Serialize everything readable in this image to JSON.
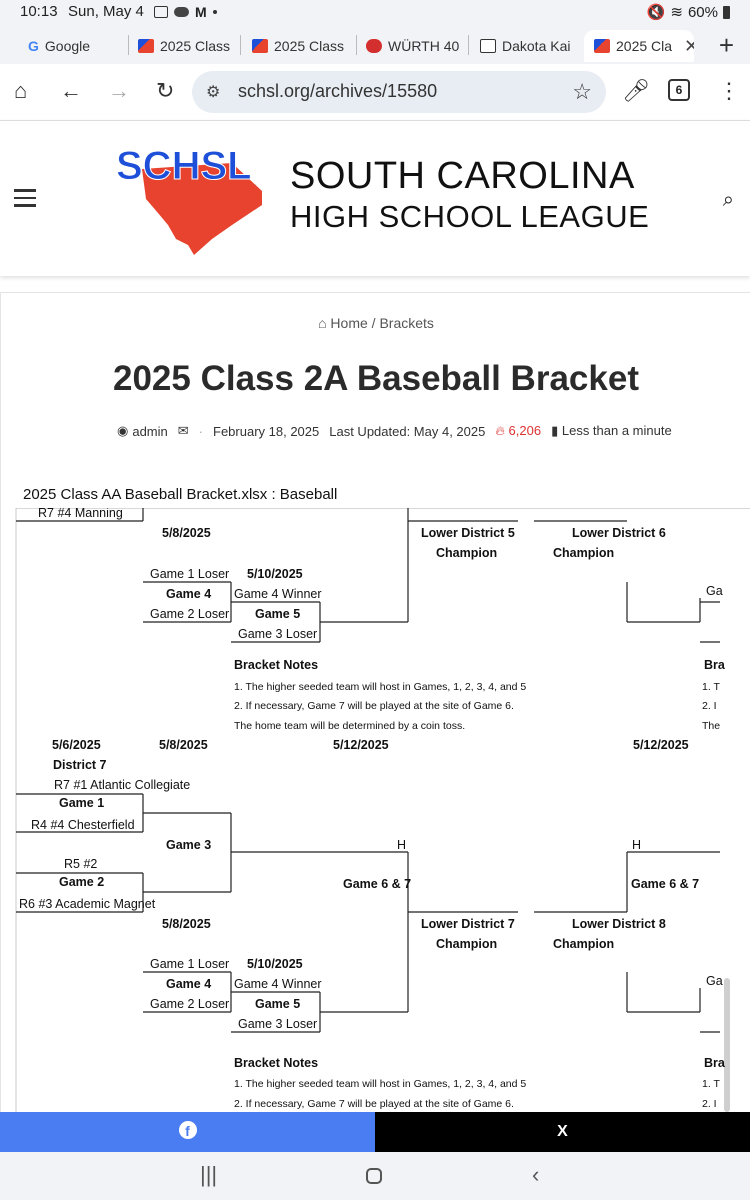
{
  "status_bar": {
    "time": "10:13",
    "date": "Sun, May 4",
    "battery": "60%"
  },
  "tabs": [
    {
      "label": "Google",
      "favicon_color": "#4285f4"
    },
    {
      "label": "2025 Class",
      "favicon_color": "#c0392b"
    },
    {
      "label": "2025 Class",
      "favicon_color": "#c0392b"
    },
    {
      "label": "WÜRTH 40",
      "favicon_color": "#d32f2f"
    },
    {
      "label": "Dakota Kai",
      "favicon_color": "#333333"
    },
    {
      "label": "2025 Cla",
      "favicon_color": "#c0392b"
    }
  ],
  "toolbar": {
    "url": "schsl.org/archives/15580",
    "tab_count": "6"
  },
  "site": {
    "title_line1": "SOUTH CAROLINA",
    "title_line2": "HIGH SCHOOL LEAGUE",
    "logo_text": "SCHSL",
    "brand_blue": "#1e4fd8",
    "brand_red": "#e8432e"
  },
  "page": {
    "breadcrumb_home": "Home",
    "breadcrumb_sep": "/",
    "breadcrumb_current": "Brackets",
    "title": "2025 Class 2A Baseball Bracket",
    "meta": {
      "author": "admin",
      "published": "February 18, 2025",
      "updated": "Last Updated: May 4, 2025",
      "views": "6,206",
      "read_time": "Less than a minute"
    },
    "sheet_title": "2025 Class AA Baseball Bracket.xlsx : Baseball"
  },
  "bracket": {
    "top": {
      "r7_4": "R7 #4 Manning",
      "date_58": "5/8/2025",
      "g1_loser": "Game 1 Loser",
      "game4": "Game 4",
      "g2_loser": "Game 2 Loser",
      "date_510": "5/10/2025",
      "g4_winner": "Game 4 Winner",
      "game5": "Game 5",
      "g3_loser": "Game 3 Loser",
      "lower_d5": "Lower District 5",
      "lower_d6": "Lower District 6",
      "champion": "Champion",
      "cut_ga": "Ga",
      "cut_bra": "Bra",
      "cut_1": "1. T",
      "cut_2": "2. I",
      "cut_the": "The"
    },
    "notes": {
      "title": "Bracket Notes",
      "n1": "1. The higher seeded team will host in Games, 1, 2, 3, 4, and 5",
      "n2": "2. If necessary, Game 7 will be played at the site of Game 6.",
      "n3": "The home team will be determined by a coin toss."
    },
    "d7": {
      "date_56": "5/6/2025",
      "date_58": "5/8/2025",
      "date_512": "5/12/2025",
      "date_512b": "5/12/2025",
      "district": "District 7",
      "r7_1": "R7 #1 Atlantic Collegiate",
      "game1": "Game 1",
      "r4_4": "R4 #4 Chesterfield",
      "game3": "Game 3",
      "h1": "H",
      "h2": "H",
      "r5_2": "R5 #2",
      "game2": "Game 2",
      "r6_3": "R6 #3 Academic Magnet",
      "game67": "Game 6 & 7",
      "game67b": "Game 6 & 7",
      "date_58b": "5/8/2025",
      "lower_d7": "Lower District 7",
      "lower_d8": "Lower District 8",
      "champion": "Champion",
      "g1_loser": "Game 1 Loser",
      "game4": "Game 4",
      "g2_loser": "Game 2 Loser",
      "date_510": "5/10/2025",
      "g4_winner": "Game 4 Winner",
      "game5": "Game 5",
      "g3_loser": "Game 3 Loser",
      "cut_ga": "Ga",
      "cut_bra": "Bra",
      "cut_1": "1. T",
      "cut_2": "2. I"
    }
  },
  "share": {
    "facebook": "f",
    "x": "X"
  }
}
